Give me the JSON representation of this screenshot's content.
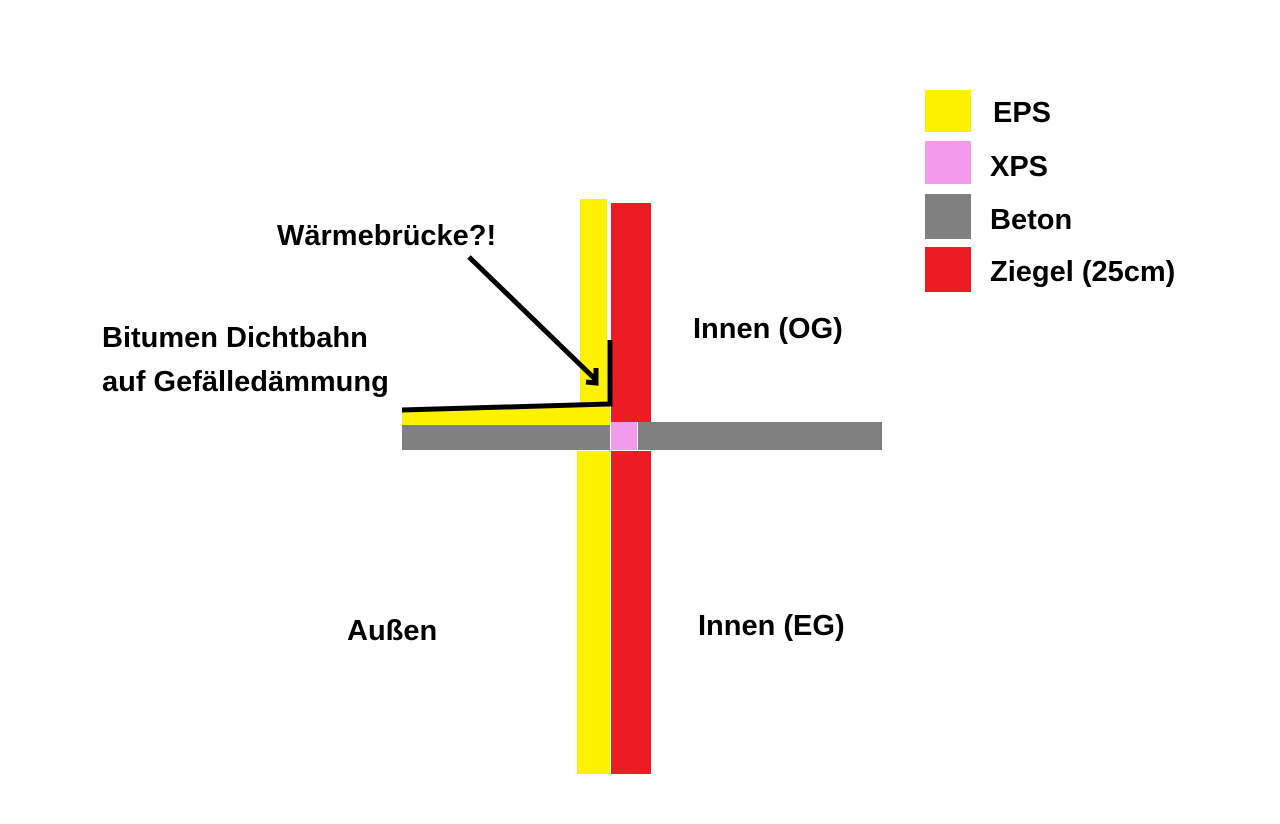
{
  "colors": {
    "eps": "#FFF200",
    "xps": "#F49AEC",
    "beton": "#808080",
    "ziegel": "#ED1C24",
    "line": "#000000",
    "background": "#FFFFFF"
  },
  "legend": [
    {
      "label": "EPS",
      "color": "#FFF200"
    },
    {
      "label": "XPS",
      "color": "#F49AEC"
    },
    {
      "label": "Beton",
      "color": "#808080"
    },
    {
      "label": "Ziegel (25cm)",
      "color": "#ED1C24"
    }
  ],
  "labels": {
    "waermebruecke": "Wärmebrücke?!",
    "bitumen_line1": "Bitumen Dichtbahn",
    "bitumen_line2": "auf Gefälledämmung",
    "innen_og": "Innen (OG)",
    "innen_eg": "Innen (EG)",
    "aussen": "Außen"
  }
}
